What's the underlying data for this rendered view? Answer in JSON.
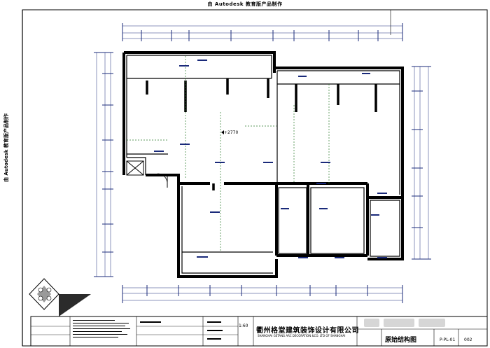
{
  "watermark": {
    "text": "由 Autodesk 教育版产品制作"
  },
  "plan": {
    "elevation_label": "+2770",
    "dimension_color": "#1a2a7a",
    "wall_color": "#000000",
    "grid_color": "#2a7a2a"
  },
  "title_block": {
    "company_cn": "衢州格堂建筑装饰设计有限公司",
    "company_en": "SHANGHAI GETANG ARC DECORATION &CO. LTD OF SHANGHAI",
    "scale": "1:60",
    "drawing_title": "原始结构图",
    "drawing_number": "P-PL-01",
    "sheet_number": "002"
  }
}
